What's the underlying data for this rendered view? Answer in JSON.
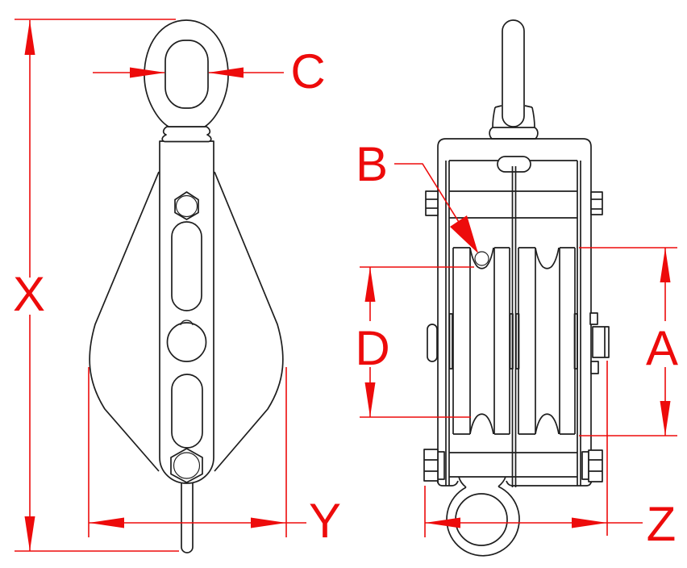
{
  "colors": {
    "background": "#ffffff",
    "drawing_line": "#1e1e1e",
    "dimension_red": "#ed0b0b"
  },
  "dimension_labels": {
    "c": "C",
    "x": "X",
    "y": "Y",
    "b": "B",
    "d": "D",
    "a": "A",
    "z": "Z"
  }
}
